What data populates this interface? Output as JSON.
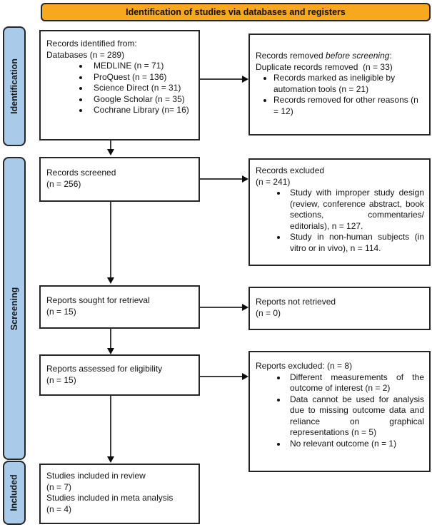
{
  "banner": {
    "label": "Identification of studies via databases and registers"
  },
  "stages": [
    {
      "label": "Identification"
    },
    {
      "label": "Screening"
    },
    {
      "label": "Included"
    }
  ],
  "colors": {
    "banner_bg": "#F7A81D",
    "stage_bg": "#A9CBE9",
    "border": "#262626"
  },
  "boxes": {
    "records_identified": {
      "line1": "Records identified from:",
      "line2": "Databases (n = 289)",
      "bullets": [
        "MEDLINE (n = 71)",
        "ProQuest (n = 136)",
        "Science Direct (n = 31)",
        "Google Scholar (n = 35)",
        "Cochrane Library (n= 16)"
      ]
    },
    "records_removed": {
      "line1_prefix": "Records removed ",
      "line1_italic": "before screening",
      "line1_suffix": ":",
      "line2": "Duplicate records removed  (n = 33)",
      "bullets": [
        "Records marked as ineligible by automation tools (n = 21)",
        "Records removed for other reasons (n = 12)"
      ]
    },
    "records_screened": {
      "line1": "Records screened",
      "line2": "(n = 256)"
    },
    "records_excluded": {
      "line1": "Records excluded",
      "line2": "(n = 241)",
      "bullets": [
        "Study with improper study design (review, conference abstract, book sections, commentaries/ editorials), n = 127.",
        "Study in non-human subjects (in vitro or in vivo), n = 114."
      ]
    },
    "reports_sought": {
      "line1": "Reports sought for retrieval",
      "line2": "(n = 15)"
    },
    "reports_not_retrieved": {
      "line1": "Reports not retrieved",
      "line2": "(n = 0)"
    },
    "reports_assessed": {
      "line1": "Reports assessed for eligibility",
      "line2": "(n = 15)"
    },
    "reports_excluded": {
      "line1": "Reports excluded: (n = 8)",
      "bullets": [
        "Different measurements of the outcome of interest (n = 2)",
        "Data cannot be used for analysis due to missing outcome data and reliance on graphical representations (n = 5)",
        "No relevant outcome (n = 1)"
      ]
    },
    "studies_included": {
      "line1": "Studies included in review",
      "line2": "(n = 7)",
      "line3": "Studies included in meta analysis",
      "line4": "(n = 4)"
    }
  }
}
